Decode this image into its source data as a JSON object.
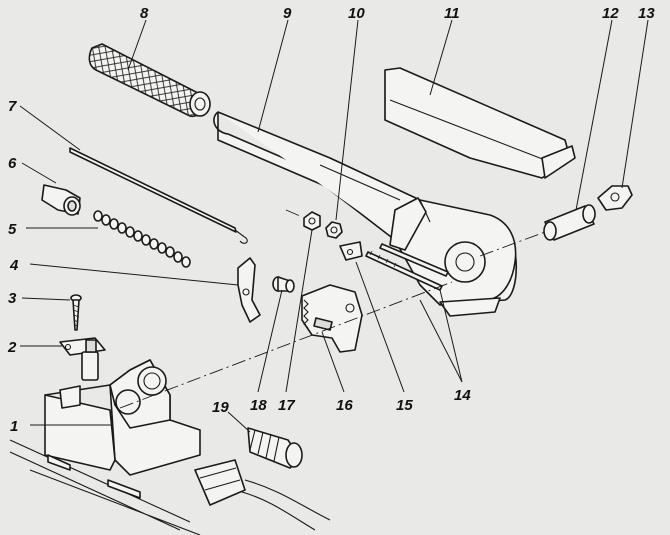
{
  "diagram": {
    "callouts": [
      {
        "id": "p1",
        "label": "1"
      },
      {
        "id": "p2",
        "label": "2"
      },
      {
        "id": "p3",
        "label": "3"
      },
      {
        "id": "p4",
        "label": "4"
      },
      {
        "id": "p5",
        "label": "5"
      },
      {
        "id": "p6",
        "label": "6"
      },
      {
        "id": "p7",
        "label": "7"
      },
      {
        "id": "p8",
        "label": "8"
      },
      {
        "id": "p9",
        "label": "9"
      },
      {
        "id": "p10",
        "label": "10"
      },
      {
        "id": "p11",
        "label": "11"
      },
      {
        "id": "p12",
        "label": "12"
      },
      {
        "id": "p13",
        "label": "13"
      },
      {
        "id": "p14",
        "label": "14"
      },
      {
        "id": "p15",
        "label": "15"
      },
      {
        "id": "p16",
        "label": "16"
      },
      {
        "id": "p17",
        "label": "17"
      },
      {
        "id": "p18",
        "label": "18"
      },
      {
        "id": "p19",
        "label": "19"
      }
    ],
    "colors": {
      "ink": "#1a1a1a",
      "paper": "#e9e9e7",
      "part_fill": "#f4f4f2"
    }
  }
}
